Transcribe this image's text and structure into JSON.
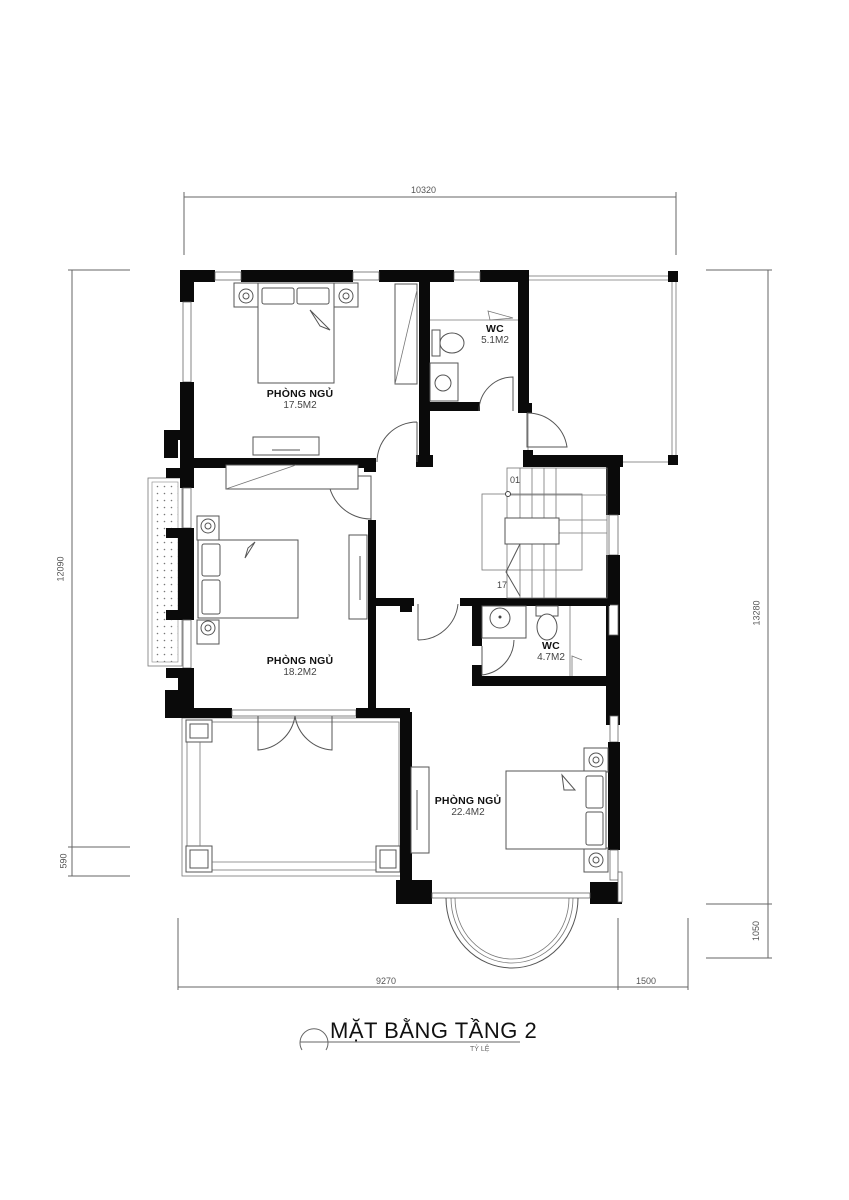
{
  "drawing": {
    "title": "MẶT BẰNG TẦNG 2",
    "scale_label": "TỶ LỆ",
    "line_color": "#0a0a0a",
    "background": "#ffffff"
  },
  "dimensions": {
    "top_total": "10320",
    "left_main": "12090",
    "left_small": "590",
    "right_main": "13280",
    "right_small": "1050",
    "bottom_main": "9270",
    "bottom_small": "1500"
  },
  "rooms": [
    {
      "id": "bedroom-1",
      "name": "PHÒNG NGỦ",
      "area": "17.5M2"
    },
    {
      "id": "wc-1",
      "name": "WC",
      "area": "5.1M2"
    },
    {
      "id": "bedroom-2",
      "name": "PHÒNG NGỦ",
      "area": "18.2M2"
    },
    {
      "id": "wc-2",
      "name": "WC",
      "area": "4.7M2"
    },
    {
      "id": "bedroom-3",
      "name": "PHÒNG NGỦ",
      "area": "22.4M2"
    }
  ],
  "stair": {
    "start_step": "01",
    "end_step": "17"
  }
}
